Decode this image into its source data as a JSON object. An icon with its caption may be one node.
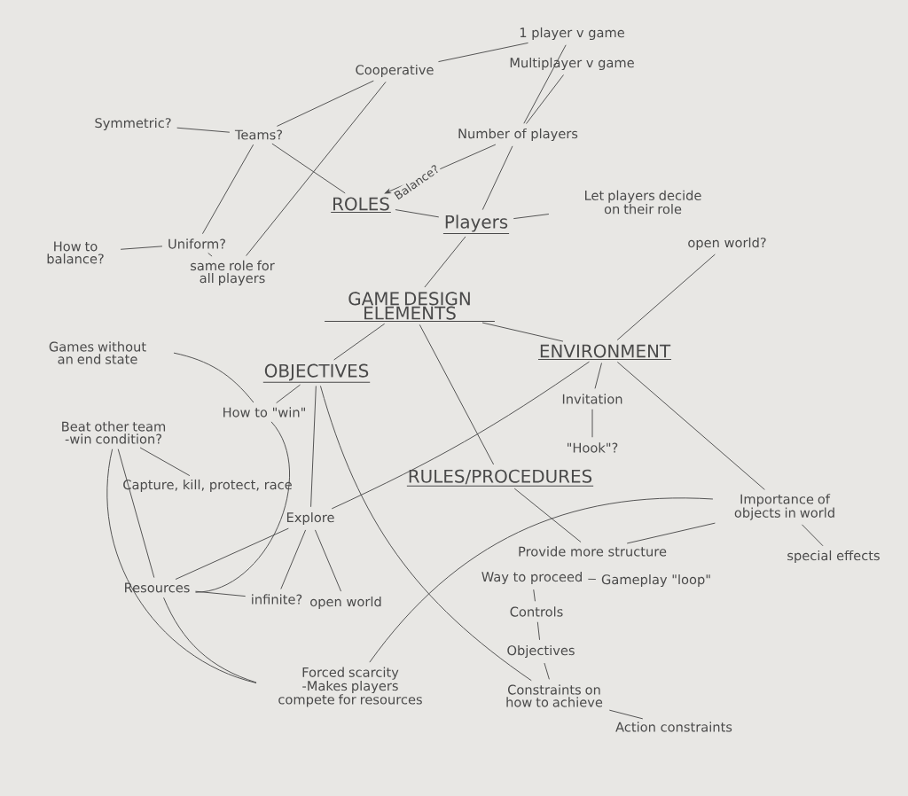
{
  "diagram": {
    "nodes": [
      {
        "text": [
          "GAME DESIGN ELEMENTS"
        ]
      },
      {
        "text": [
          "ROLES"
        ]
      },
      {
        "text": [
          "Players"
        ]
      },
      {
        "text": [
          "Number of players"
        ]
      },
      {
        "text": [
          "1 player v game"
        ]
      },
      {
        "text": [
          "Multiplayer v game"
        ]
      },
      {
        "text": [
          "Let players decide on their role"
        ]
      },
      {
        "text": [
          "Teams?"
        ]
      },
      {
        "text": [
          "Cooperative"
        ]
      },
      {
        "text": [
          "Symmetric?"
        ]
      },
      {
        "text": [
          "Uniform?"
        ]
      },
      {
        "text": [
          "same role for all players"
        ]
      },
      {
        "text": [
          "How to balance?"
        ]
      },
      {
        "text": [
          "OBJECTIVES"
        ]
      },
      {
        "text": [
          "ENVIRONMENT"
        ]
      },
      {
        "text": [
          "open world?"
        ]
      },
      {
        "text": [
          "Invitation"
        ]
      },
      {
        "text": [
          "\"Hook\"?"
        ]
      },
      {
        "text": [
          "RULES/PROCEDURES"
        ]
      },
      {
        "text": [
          "Games without an end state"
        ]
      },
      {
        "text": [
          "How to \"win\""
        ]
      },
      {
        "text": [
          "Beat other team -win condition?"
        ]
      },
      {
        "text": [
          "Capture, kill, protect, race"
        ]
      },
      {
        "text": [
          "Explore"
        ]
      },
      {
        "text": [
          "Resources"
        ]
      },
      {
        "text": [
          "infinite?"
        ]
      },
      {
        "text": [
          "open world"
        ]
      },
      {
        "text": [
          "Forced scarcity",
          "-Makes players compete for resources"
        ]
      },
      {
        "text": [
          "Provide more structure"
        ]
      },
      {
        "text": [
          "Importance of objects in world"
        ]
      },
      {
        "text": [
          "special effects"
        ]
      },
      {
        "text": [
          "Way to proceed"
        ]
      },
      {
        "text": [
          "Gameplay \"loop\""
        ]
      },
      {
        "text": [
          "Controls"
        ]
      },
      {
        "text": [
          "Objectives"
        ]
      },
      {
        "text": [
          "Constraints on how to achieve"
        ]
      },
      {
        "text": [
          "Action constraints"
        ]
      }
    ],
    "edges": [
      {
        "from": 3,
        "to": 4,
        "arrow": "none"
      },
      {
        "from": 3,
        "to": 5,
        "arrow": "none"
      },
      {
        "from": 8,
        "to": 4,
        "arrow": "none"
      },
      {
        "from": 3,
        "to": 1,
        "arrow": "to",
        "label": "Balance?"
      },
      {
        "from": 3,
        "to": 2,
        "arrow": "none"
      },
      {
        "from": 2,
        "to": 1,
        "arrow": "none"
      },
      {
        "from": 2,
        "to": 6,
        "arrow": "none"
      },
      {
        "from": 2,
        "to": 0,
        "arrow": "none"
      },
      {
        "from": 7,
        "to": 8,
        "arrow": "none"
      },
      {
        "from": 9,
        "to": 7,
        "arrow": "none"
      },
      {
        "from": 7,
        "to": 10,
        "arrow": "none"
      },
      {
        "from": 10,
        "to": 12,
        "arrow": "none"
      },
      {
        "from": 10,
        "to": 11,
        "arrow": "none"
      },
      {
        "from": 7,
        "to": 1,
        "arrow": "none"
      },
      {
        "from": 8,
        "to": 11,
        "arrow": "none"
      },
      {
        "from": 0,
        "to": 13,
        "arrow": "none"
      },
      {
        "from": 0,
        "to": 14,
        "arrow": "none"
      },
      {
        "from": 14,
        "to": 15,
        "arrow": "none"
      },
      {
        "from": 14,
        "to": 16,
        "arrow": "none"
      },
      {
        "from": 16,
        "to": 17,
        "arrow": "none"
      },
      {
        "from": 14,
        "to": 29,
        "arrow": "none"
      },
      {
        "from": 13,
        "to": 20,
        "arrow": "none"
      },
      {
        "from": 19,
        "to": 20,
        "arrow": "none"
      },
      {
        "from": 21,
        "to": 22,
        "arrow": "none"
      },
      {
        "from": 21,
        "to": 24,
        "arrow": "none"
      },
      {
        "from": 20,
        "to": 24,
        "arrow": "none"
      },
      {
        "from": 23,
        "to": 24,
        "arrow": "none"
      },
      {
        "from": 23,
        "to": 25,
        "arrow": "none"
      },
      {
        "from": 23,
        "to": 26,
        "arrow": "none"
      },
      {
        "from": 24,
        "to": 25,
        "arrow": "none"
      },
      {
        "from": 24,
        "to": 27,
        "arrow": "none"
      },
      {
        "from": 21,
        "to": 27,
        "arrow": "none"
      },
      {
        "from": 13,
        "to": 23,
        "arrow": "none"
      },
      {
        "from": 23,
        "to": 14,
        "arrow": "none"
      },
      {
        "from": 13,
        "to": 35,
        "arrow": "none"
      },
      {
        "from": 0,
        "to": 18,
        "arrow": "none"
      },
      {
        "from": 27,
        "to": 29,
        "arrow": "none"
      },
      {
        "from": 18,
        "to": 28,
        "arrow": "none"
      },
      {
        "from": 28,
        "to": 29,
        "arrow": "none"
      },
      {
        "from": 29,
        "to": 30,
        "arrow": "none"
      },
      {
        "from": 31,
        "to": 32,
        "arrow": "none"
      },
      {
        "from": 31,
        "to": 33,
        "arrow": "none"
      },
      {
        "from": 33,
        "to": 34,
        "arrow": "none"
      },
      {
        "from": 34,
        "to": 35,
        "arrow": "none"
      },
      {
        "from": 35,
        "to": 36,
        "arrow": "none"
      }
    ]
  }
}
